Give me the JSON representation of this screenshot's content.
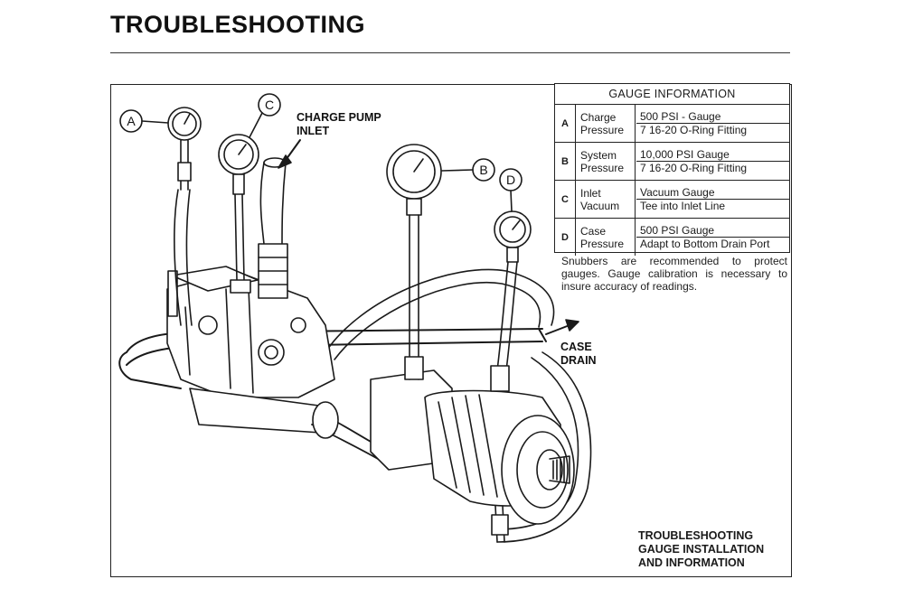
{
  "page": {
    "title": "TROUBLESHOOTING"
  },
  "gauge_table": {
    "header": "GAUGE INFORMATION",
    "rows": [
      {
        "letter": "A",
        "name_line1": "Charge",
        "name_line2": "Pressure",
        "desc_line1": "500 PSI - Gauge",
        "desc_line2": "7 16-20 O-Ring Fitting"
      },
      {
        "letter": "B",
        "name_line1": "System",
        "name_line2": "Pressure",
        "desc_line1": "10,000 PSI Gauge",
        "desc_line2": "7 16-20 O-Ring Fitting"
      },
      {
        "letter": "C",
        "name_line1": "Inlet",
        "name_line2": "Vacuum",
        "desc_line1": "Vacuum Gauge",
        "desc_line2": "Tee into Inlet Line"
      },
      {
        "letter": "D",
        "name_line1": "Case",
        "name_line2": "Pressure",
        "desc_line1": "500 PSI Gauge",
        "desc_line2": "Adapt to Bottom Drain Port"
      }
    ]
  },
  "note": "Snubbers are recommended to protect gauges. Gauge calibration is necessary to insure accuracy of readings.",
  "callouts": {
    "charge_pump_line1": "CHARGE PUMP",
    "charge_pump_line2": "INLET",
    "case_drain_line1": "CASE",
    "case_drain_line2": "DRAIN"
  },
  "gauge_labels": {
    "a": "A",
    "b": "B",
    "c": "C",
    "d": "D"
  },
  "caption": {
    "line1": "TROUBLESHOOTING",
    "line2": "GAUGE INSTALLATION",
    "line3": "AND INFORMATION"
  }
}
